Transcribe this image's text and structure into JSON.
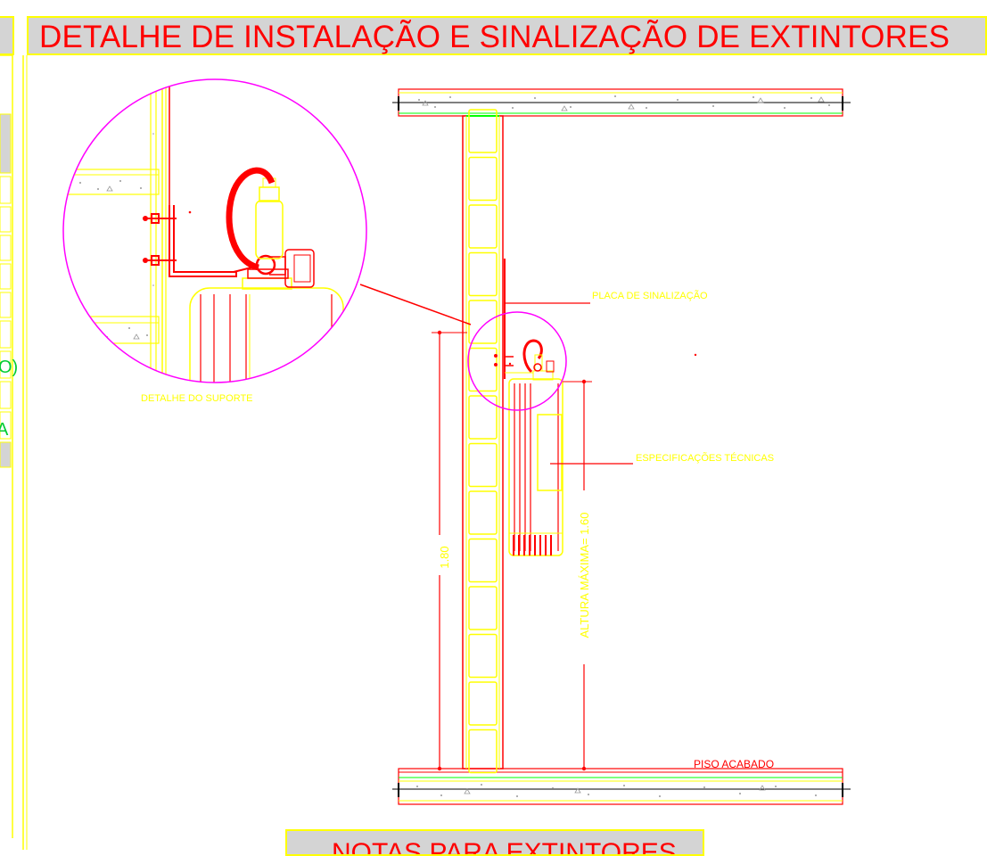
{
  "title": "DETALHE DE INSTALAÇÃO E SINALIZAÇÃO DE EXTINTORES",
  "notes_header": "NOTAS PARA EXTINTORES",
  "labels": {
    "placa": "PLACA DE SINALIZAÇÃO",
    "especificacoes": "ESPECIFICAÇÕES TÉCNICAS",
    "piso": "PISO ACABADO",
    "detalhe": "DETALHE DO SUPORTE",
    "dim_left": "1.80",
    "dim_right": "ALTURA  MÁXIMA= 1.60"
  },
  "left_panel_fragments": [
    "O)",
    "A"
  ],
  "colors": {
    "outline": "#ffff00",
    "annotation": "#ff0000",
    "detail_circle": "#ff00ff",
    "floor_line": "#00ff00",
    "panel_fill": "#d4d4d4"
  }
}
